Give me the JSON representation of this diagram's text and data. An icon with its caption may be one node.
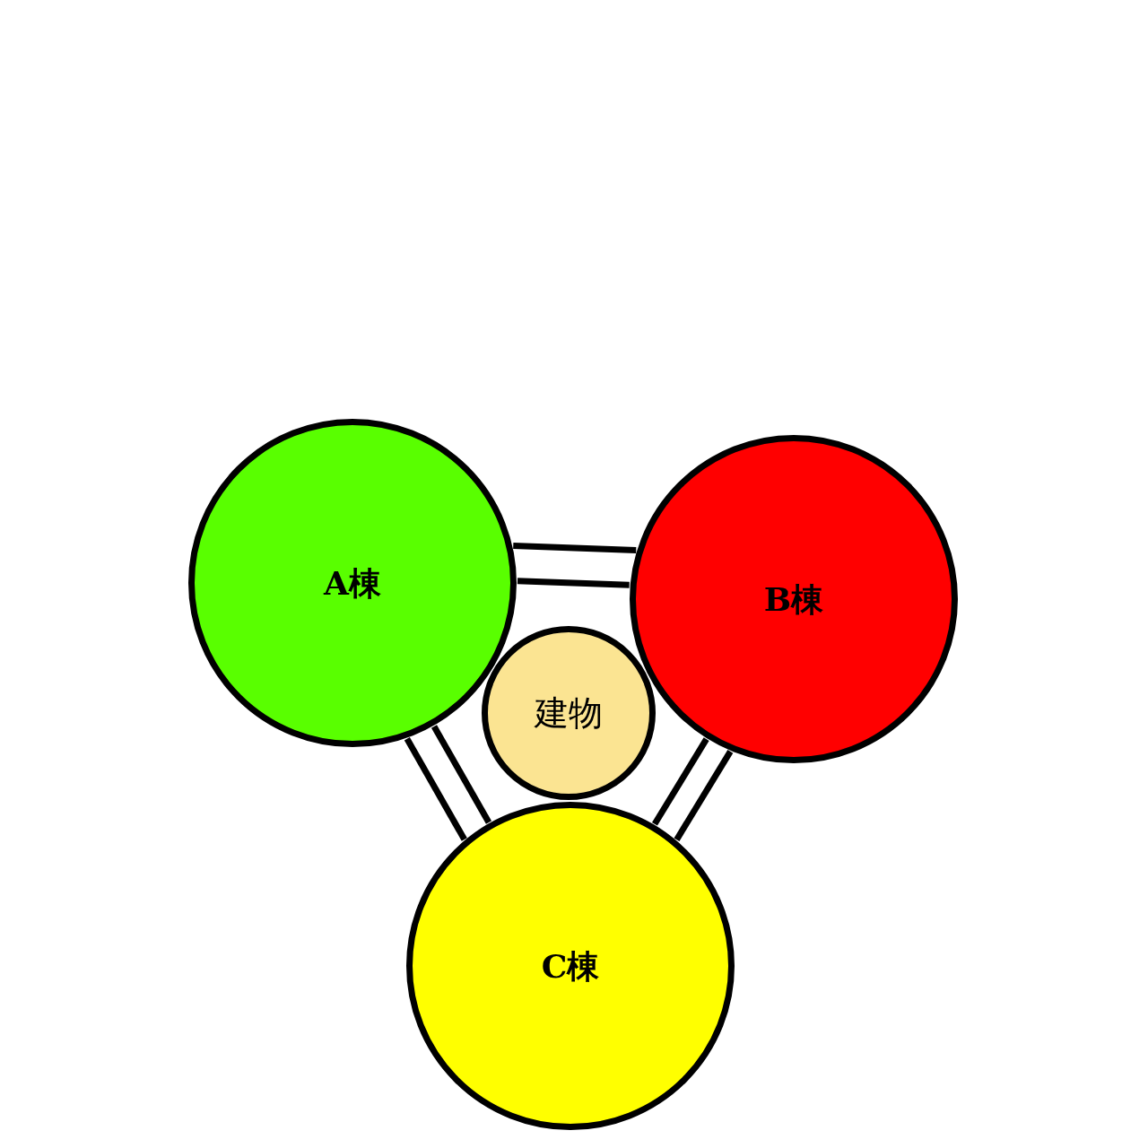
{
  "diagram": {
    "nodes": [
      {
        "text": [
          "A棟"
        ]
      },
      {
        "text": [
          "B棟"
        ]
      },
      {
        "text": [
          "建物"
        ]
      },
      {
        "text": [
          "C棟"
        ]
      }
    ],
    "edges": [
      {
        "from": 0,
        "to": 1,
        "arrow": "none"
      },
      {
        "from": 0,
        "to": 1,
        "arrow": "none"
      },
      {
        "from": 0,
        "to": 3,
        "arrow": "none"
      },
      {
        "from": 0,
        "to": 3,
        "arrow": "none"
      },
      {
        "from": 1,
        "to": 3,
        "arrow": "none"
      },
      {
        "from": 1,
        "to": 3,
        "arrow": "none"
      }
    ]
  }
}
